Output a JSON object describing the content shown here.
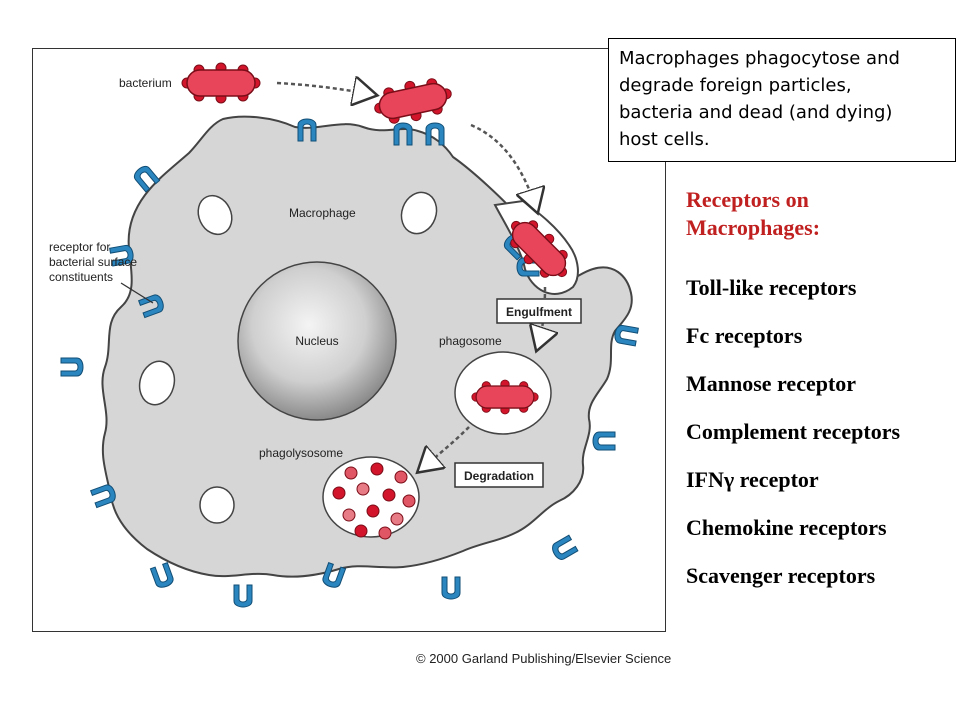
{
  "diagram": {
    "labels": {
      "bacterium": "bacterium",
      "macrophage": "Macrophage",
      "receptor_line1": "receptor for",
      "receptor_line2": "bacterial surface",
      "receptor_line3": "constituents",
      "nucleus": "Nucleus",
      "phagosome": "phagosome",
      "phagolysosome": "phagolysosome",
      "engulfment": "Engulfment",
      "degradation": "Degradation"
    },
    "copyright": "© 2000 Garland Publishing/Elsevier Science"
  },
  "caption": {
    "line1": "Macrophages phagocytose and",
    "line2": "degrade foreign particles,",
    "line3": "bacteria and dead (and dying)",
    "line4": "host cells."
  },
  "receptors": {
    "heading_line1": "Receptors on",
    "heading_line2": "Macrophages:",
    "items": [
      "Toll-like receptors",
      "Fc receptors",
      "Mannose receptor",
      "Complement receptors",
      "IFNγ receptor",
      "Chemokine receptors",
      "Scavenger receptors"
    ]
  },
  "colors": {
    "bacterium": "#e8445a",
    "bacterium_nub": "#d3152b",
    "receptor": "#2b85bf",
    "cell": "#d6d6d6",
    "heading": "#c02020"
  }
}
